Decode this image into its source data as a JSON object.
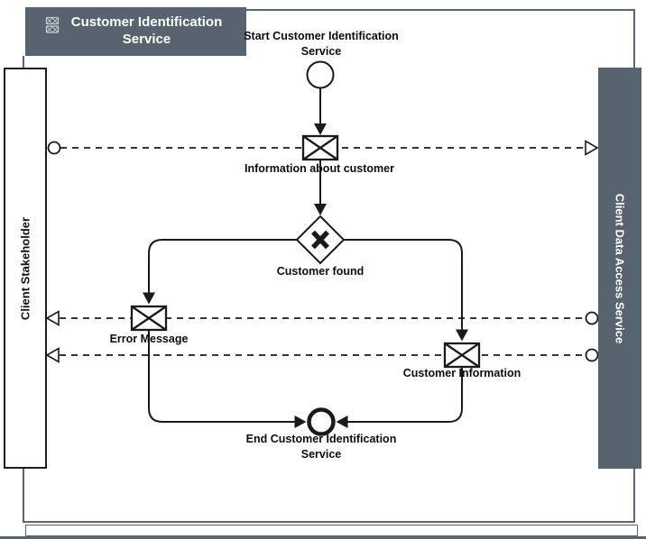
{
  "colors": {
    "pool_fill": "#57636e",
    "frame_line": "#5a6672",
    "diagram_line": "#1a1a1a",
    "shape_fill": "#ffffff"
  },
  "header": {
    "title": "Customer Identification Service",
    "icon": "message-stack-icon"
  },
  "pools": {
    "left": {
      "label": "Client Stakeholder"
    },
    "right": {
      "label": "Client Data Access Service"
    }
  },
  "nodes": {
    "start_event": {
      "type": "start-event",
      "label": "Start Customer Identification Service"
    },
    "message_info": {
      "type": "message",
      "label": "Information about customer"
    },
    "gateway": {
      "type": "exclusive-gateway",
      "label": "Customer found"
    },
    "message_error": {
      "type": "message",
      "label": "Error Message"
    },
    "message_customer": {
      "type": "message",
      "label": "Customer Information"
    },
    "end_event": {
      "type": "end-event",
      "label": "End Customer Identification Service"
    }
  },
  "flows": {
    "sequence": [
      {
        "from": "start_event",
        "to": "message_info"
      },
      {
        "from": "message_info",
        "to": "gateway"
      },
      {
        "from": "gateway",
        "to": "message_error"
      },
      {
        "from": "gateway",
        "to": "message_customer"
      },
      {
        "from": "message_error",
        "to": "end_event"
      },
      {
        "from": "message_customer",
        "to": "end_event"
      }
    ],
    "message": [
      {
        "from": "Client Stakeholder",
        "to": "Client Data Access Service",
        "via": "Information about customer"
      },
      {
        "from": "Client Data Access Service",
        "to": "Client Stakeholder",
        "via": "Error Message"
      },
      {
        "from": "Client Data Access Service",
        "to": "Client Stakeholder",
        "via": "Customer Information"
      }
    ]
  }
}
